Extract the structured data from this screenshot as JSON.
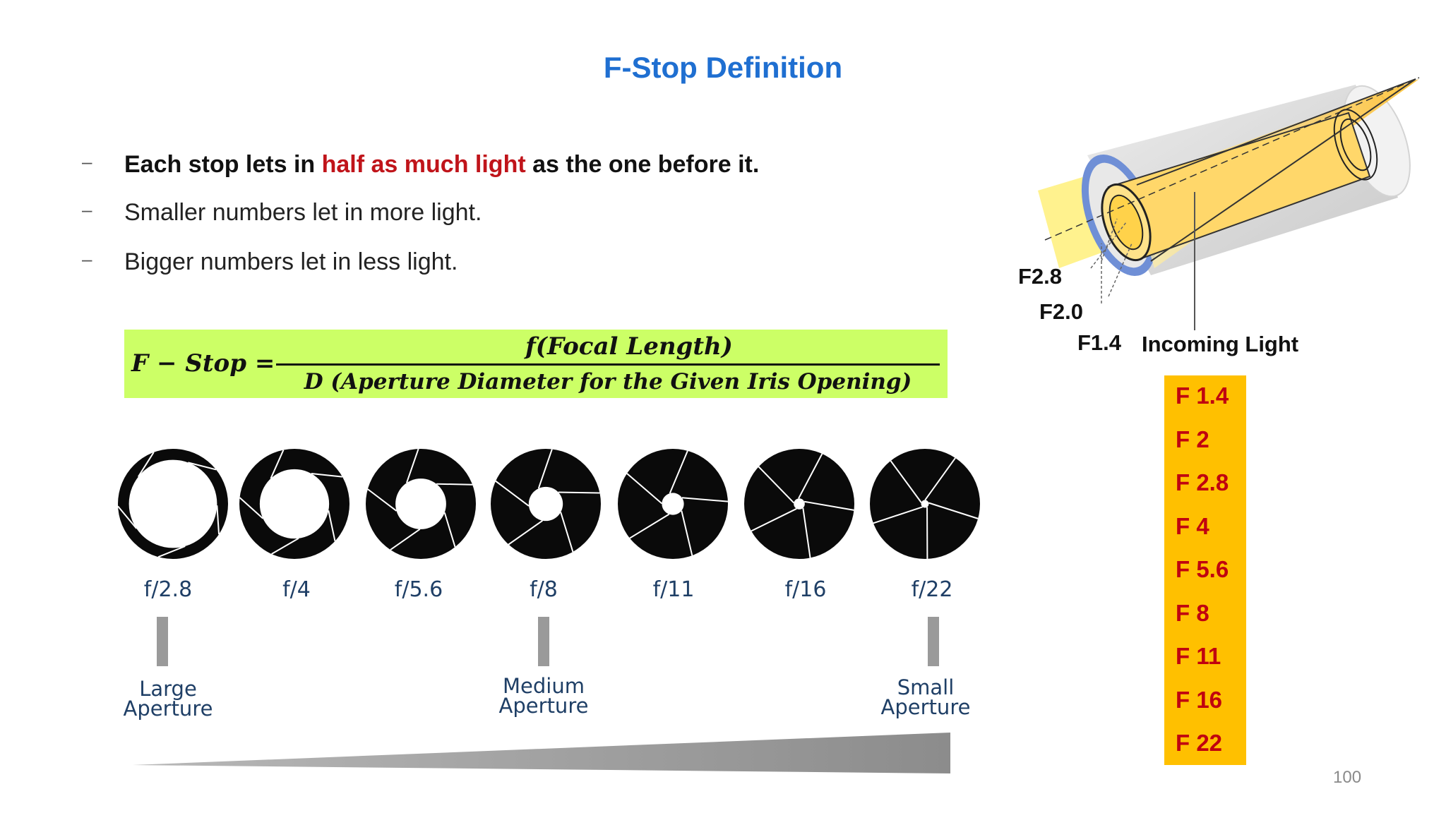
{
  "title": "F-Stop Definition",
  "bullets": [
    {
      "dash": "–",
      "pre": "Each stop lets in ",
      "highlight": "half as much light",
      "post": " as the one before it."
    },
    {
      "dash": "–",
      "text": "Smaller numbers let in more light."
    },
    {
      "dash": "–",
      "text": "Bigger numbers let in less light."
    }
  ],
  "formula": {
    "lhs": "F − Stop =",
    "numerator": "f(Focal Length)",
    "denominator": "D (Aperture Diameter for the Given Iris Opening)",
    "background": "#ccff66"
  },
  "apertures": [
    {
      "label": "f/2.8",
      "hole_fraction": 0.8
    },
    {
      "label": "f/4",
      "hole_fraction": 0.63
    },
    {
      "label": "f/5.6",
      "hole_fraction": 0.46
    },
    {
      "label": "f/8",
      "hole_fraction": 0.31
    },
    {
      "label": "f/11",
      "hole_fraction": 0.2
    },
    {
      "label": "f/16",
      "hole_fraction": 0.1
    },
    {
      "label": "f/22",
      "hole_fraction": 0.07
    }
  ],
  "aperture_labels": {
    "large": [
      "Large",
      "Aperture"
    ],
    "medium": [
      "Medium",
      "Aperture"
    ],
    "small": [
      "Small",
      "Aperture"
    ]
  },
  "diagram": {
    "f28": "F2.8",
    "f20": "F2.0",
    "f14": "F1.4",
    "incoming": "Incoming Light"
  },
  "fstop_list": [
    "F 1.4",
    "F 2",
    "F 2.8",
    "F 4",
    "F 5.6",
    "F 8",
    "F 11",
    "F 16",
    "F 22"
  ],
  "colors": {
    "title": "#1f6fd1",
    "highlight": "#c0141a",
    "fstop_box": "#ffc000",
    "fstop_text": "#c0000f",
    "caption": "#1f3f66"
  },
  "page_number": "100"
}
